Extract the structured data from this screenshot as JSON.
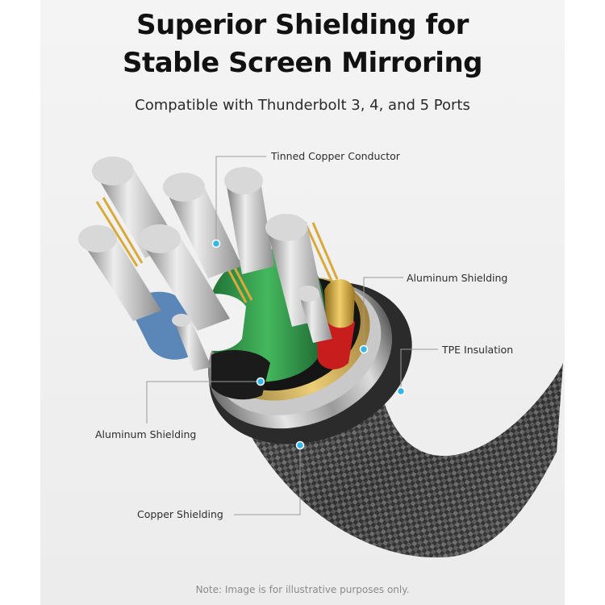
{
  "header": {
    "title_line1": "Superior Shielding for",
    "title_line2": "Stable Screen Mirroring",
    "subtitle": "Compatible with Thunderbolt 3, 4, and 5 Ports"
  },
  "callouts": {
    "tinned_copper": "Tinned Copper Conductor",
    "aluminum_outer": "Aluminum Shielding",
    "tpe": "TPE Insulation",
    "aluminum_inner": "Aluminum Shielding",
    "copper": "Copper Shielding"
  },
  "footer": {
    "note": "Note: Image is for illustrative purposes only."
  },
  "colors": {
    "dot": "#35b6e6",
    "leader": "#9a9a9a",
    "green_jacket": "#2f9a4a",
    "red_jacket": "#c81d1d",
    "blue_jacket": "#5b86b8",
    "braid": "#3a3a3a"
  }
}
